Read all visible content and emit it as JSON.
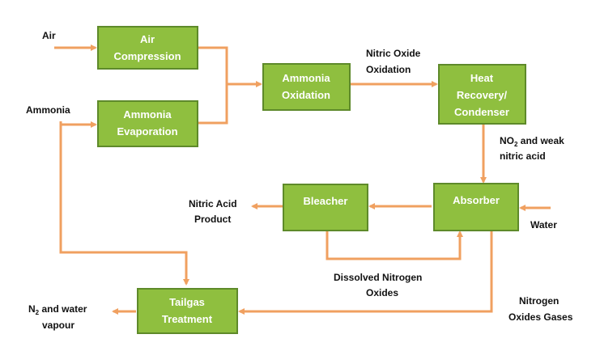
{
  "nodes": {
    "air_compression": [
      "Air",
      "Compression"
    ],
    "ammonia_evaporation": [
      "Ammonia",
      "Evaporation"
    ],
    "ammonia_oxidation": [
      "Ammonia",
      "Oxidation"
    ],
    "heat_recovery": [
      "Heat",
      "Recovery/",
      "Condenser"
    ],
    "absorber": [
      "Absorber"
    ],
    "bleacher": [
      "Bleacher"
    ],
    "tailgas_treatment": [
      "Tailgas",
      "Treatment"
    ]
  },
  "labels": {
    "air": "Air",
    "ammonia": "Ammonia",
    "nitric_oxide_oxidation": [
      "Nitric Oxide",
      "Oxidation"
    ],
    "no2_weak_acid": {
      "pre": "NO",
      "sub": "2",
      "post": " and weak",
      "line2": "nitric acid"
    },
    "nitric_acid_product": [
      "Nitric Acid",
      "Product"
    ],
    "water": "Water",
    "dissolved_nitrogen_oxides": [
      "Dissolved Nitrogen",
      "Oxides"
    ],
    "nitrogen_oxides_gases": [
      "Nitrogen",
      "Oxides Gases"
    ],
    "n2_water_vapour": {
      "pre": "N",
      "sub": "2",
      "post": " and water",
      "line2": "vapour"
    }
  },
  "colors": {
    "box_fill": "#8fbf3f",
    "box_border": "#5e8a2a",
    "arrow": "#f0a060",
    "text": "#111111"
  }
}
